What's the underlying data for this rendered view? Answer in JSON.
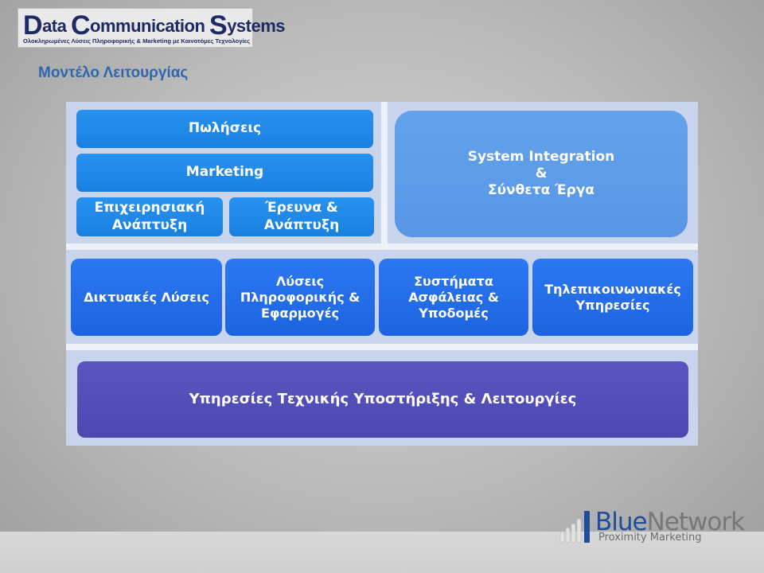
{
  "header": {
    "logo": {
      "d": "D",
      "ata": "ata ",
      "c": "C",
      "ommunication": "ommunication ",
      "s": "S",
      "ystems": "ystems",
      "tagline": "Ολοκληρωμένες Λύσεις Πληροφορικής & Marketing με Καινοτόμες Τεχνολογίες"
    },
    "title": "Μοντέλο Λειτουργίας"
  },
  "diagram": {
    "top_left": {
      "sales": "Πωλήσεις",
      "marketing": "Marketing",
      "business_dev": [
        "Επιχειρησιακή",
        "Ανάπτυξη"
      ],
      "rnd": [
        "Έρευνα &",
        "Ανάπτυξη"
      ]
    },
    "top_right": [
      "System Integration",
      "&",
      "Σύνθετα Έργα"
    ],
    "middle": [
      [
        "Δικτυακές Λύσεις"
      ],
      [
        "Λύσεις",
        "Πληροφορικής &",
        "Εφαρμογές"
      ],
      [
        "Συστήματα",
        "Ασφάλειας &",
        "Υποδομές"
      ],
      [
        "Τηλεπικοινωνιακές",
        "Υπηρεσίες"
      ]
    ],
    "bottom": "Υπηρεσίες Τεχνικής Υποστήριξης & Λειτουργίες"
  },
  "footer": {
    "logo": {
      "blue": "Blue",
      "network": "Network",
      "sub": "Proximity Marketing"
    }
  },
  "colors": {
    "title": "#2e67ad",
    "top_box": "#1f86e6",
    "integration_box": "#5d9be8",
    "middle_box": "#2369e6",
    "bottom_box": "#534eb8"
  }
}
